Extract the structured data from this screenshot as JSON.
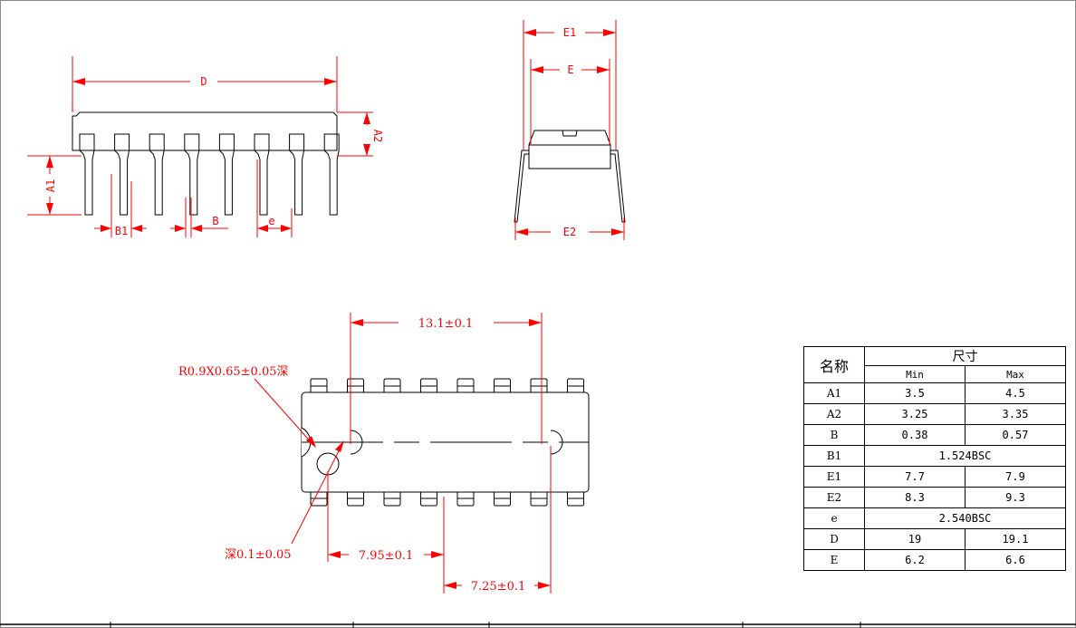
{
  "side_view": {
    "label_D": "D",
    "label_A1": "A1",
    "label_A2": "A2",
    "label_B1": "B1",
    "label_B": "B",
    "label_e": "e"
  },
  "end_view": {
    "label_E1": "E1",
    "label_E": "E",
    "label_E2": "E2"
  },
  "top_view": {
    "dim_length": "13.1±0.1",
    "dim_notch": "R0.9X0.65±0.05深",
    "dim_depth": "深0.1±0.05",
    "dim_a": "7.95±0.1",
    "dim_b": "7.25±0.1"
  },
  "table": {
    "name_header": "名称",
    "size_header": "尺寸",
    "min_header": "Min",
    "max_header": "Max",
    "rows": [
      {
        "name": "A1",
        "min": "3.5",
        "max": "4.5"
      },
      {
        "name": "A2",
        "min": "3.25",
        "max": "3.35"
      },
      {
        "name": "B",
        "min": "0.38",
        "max": "0.57"
      },
      {
        "name": "B1",
        "span": "1.524BSC"
      },
      {
        "name": "E1",
        "min": "7.7",
        "max": "7.9"
      },
      {
        "name": "E2",
        "min": "8.3",
        "max": "9.3"
      },
      {
        "name": "e",
        "span": "2.540BSC"
      },
      {
        "name": "D",
        "min": "19",
        "max": "19.1"
      },
      {
        "name": "E",
        "min": "6.2",
        "max": "6.6"
      }
    ]
  }
}
